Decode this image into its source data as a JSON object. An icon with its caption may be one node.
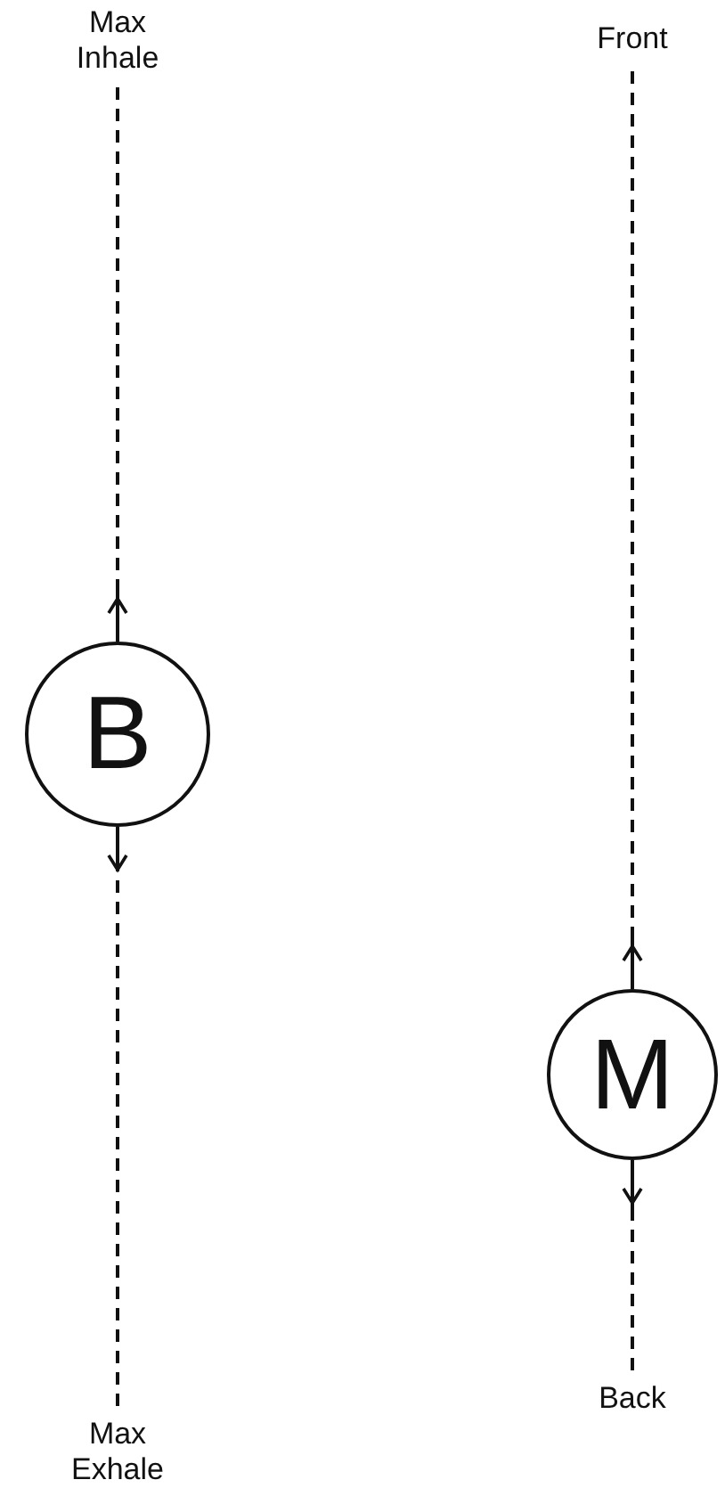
{
  "diagram": {
    "nodes": [
      {
        "text": [
          "Max Inhale"
        ]
      },
      {
        "text": [
          "B"
        ]
      },
      {
        "text": [
          "Max Exhale"
        ]
      },
      {
        "text": [
          "Front"
        ]
      },
      {
        "text": [
          "M"
        ]
      },
      {
        "text": [
          "Back"
        ]
      }
    ],
    "edges": [
      {
        "from": 0,
        "to": 1,
        "arrow": "none",
        "style": "dashed"
      },
      {
        "from": 1,
        "to": null,
        "arrow": "to"
      },
      {
        "from": 1,
        "to": null,
        "arrow": "to"
      },
      {
        "from": 2,
        "to": 1,
        "arrow": "none",
        "style": "dashed"
      },
      {
        "from": 3,
        "to": 4,
        "arrow": "none",
        "style": "dashed"
      },
      {
        "from": 4,
        "to": null,
        "arrow": "to"
      },
      {
        "from": 4,
        "to": null,
        "arrow": "to"
      },
      {
        "from": 5,
        "to": 4,
        "arrow": "none",
        "style": "dashed"
      }
    ]
  }
}
